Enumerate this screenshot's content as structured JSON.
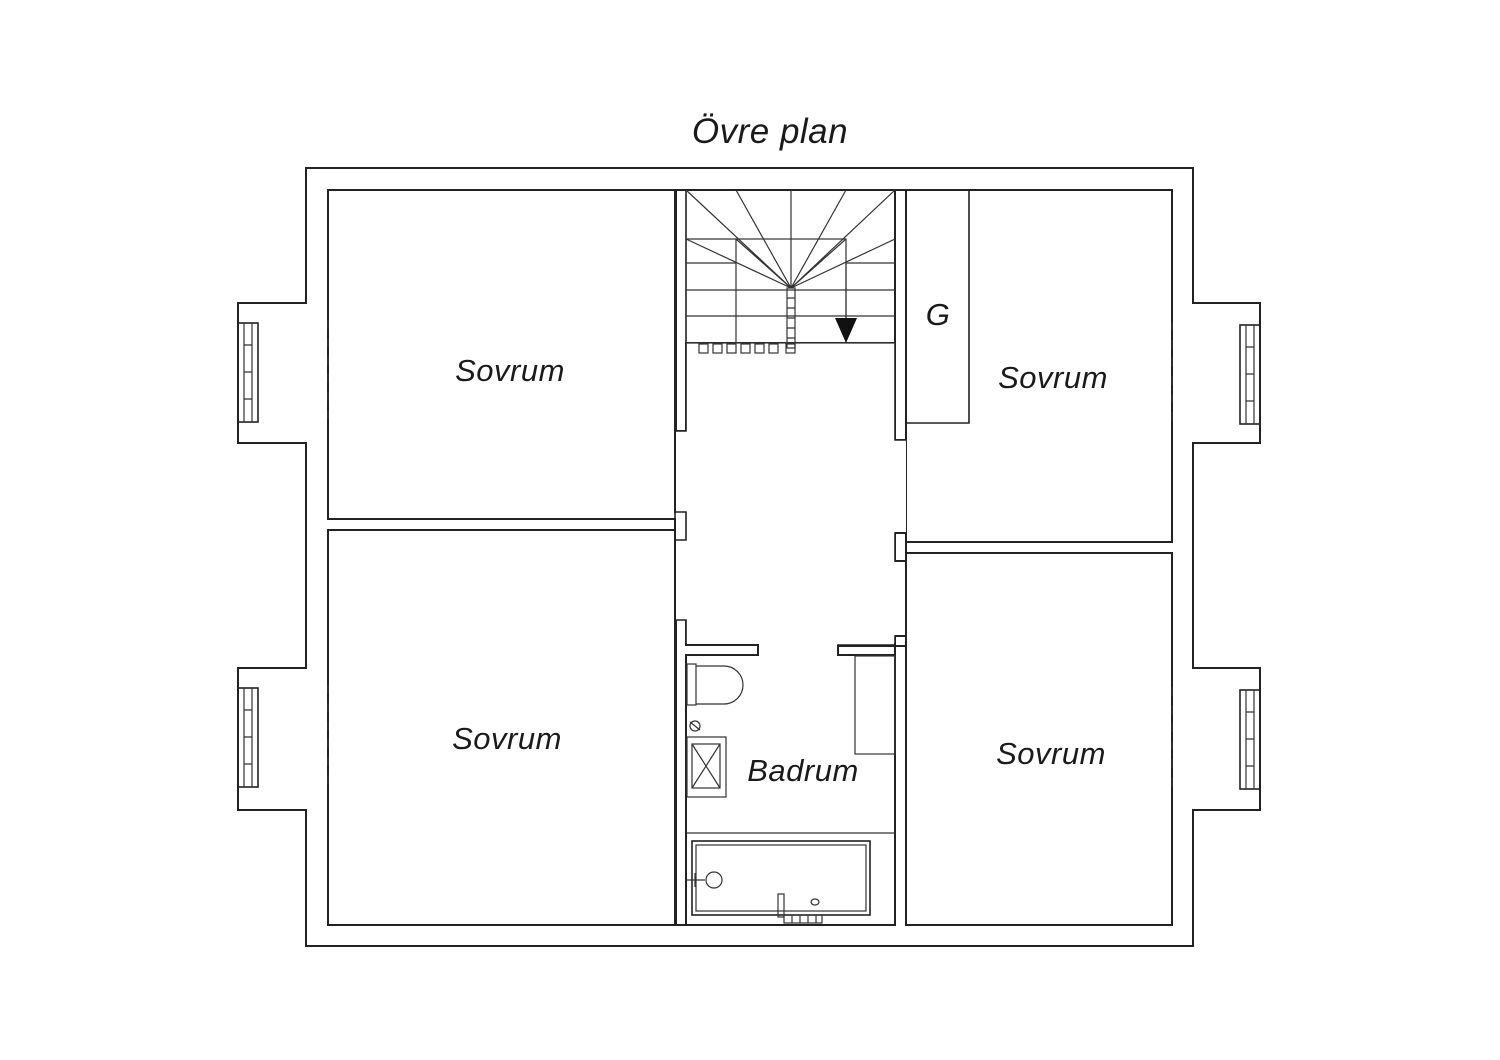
{
  "plan": {
    "title": "Övre plan",
    "rooms": {
      "bedroom_top_left": "Sovrum",
      "bedroom_bottom_left": "Sovrum",
      "bedroom_top_right": "Sovrum",
      "bedroom_bottom_right": "Sovrum",
      "bathroom": "Badrum",
      "closet": "G"
    }
  },
  "colors": {
    "line": "#222222",
    "background": "#ffffff"
  },
  "icons": [
    "staircase",
    "toilet-icon",
    "sink-icon",
    "bathtub-icon",
    "down-arrow-icon",
    "window-icon"
  ]
}
